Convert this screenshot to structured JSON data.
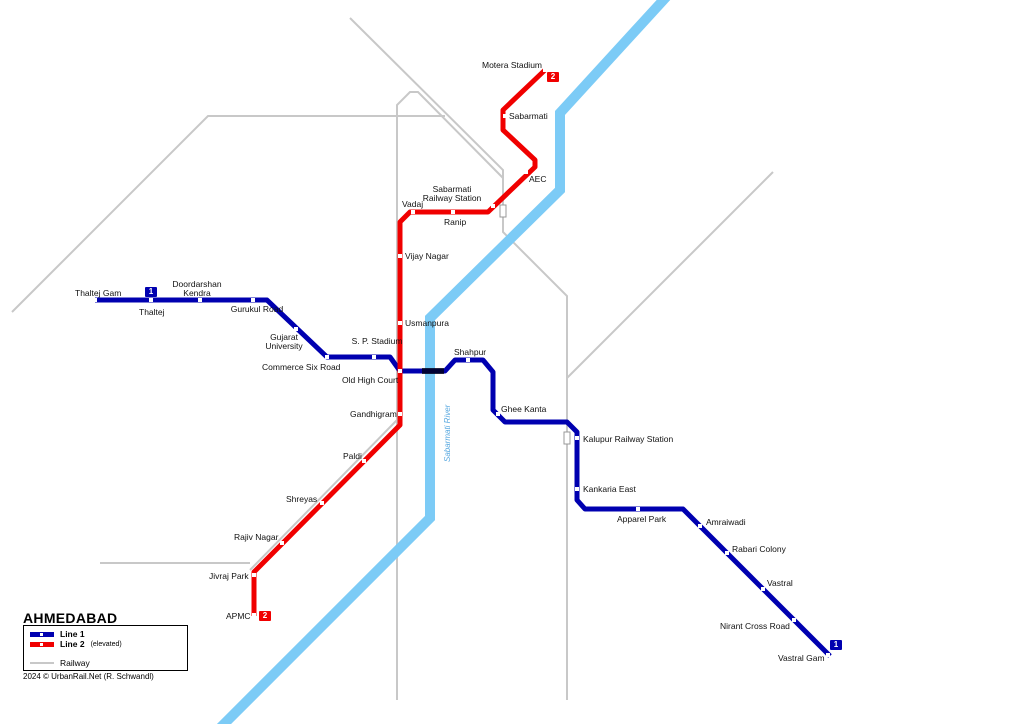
{
  "map": {
    "title": "AHMEDABAD",
    "credit": "2024 © UrbanRail.Net (R. Schwandl)",
    "river": "Sabarmati River"
  },
  "colors": {
    "line1": "#0000b0",
    "line2": "#f00000",
    "river": "#7ccbf6",
    "railway": "#c8c8c8"
  },
  "legend": {
    "line1": "Line 1",
    "line2": "Line 2",
    "line2_note": "(elevated)",
    "railway": "Railway"
  },
  "line1": {
    "badge": "1",
    "stations": [
      "Thaltej Gam",
      "Thaltej",
      "Doordarshan Kendra",
      "Gurukul Road",
      "Gujarat University",
      "Commerce Six Road",
      "S. P. Stadium",
      "Old High Court",
      "Shahpur",
      "Ghee Kanta",
      "Kalupur Railway Station",
      "Kankaria East",
      "Apparel Park",
      "Amraiwadi",
      "Rabari Colony",
      "Vastral",
      "Nirant Cross Road",
      "Vastral Gam"
    ]
  },
  "line2": {
    "badge": "2",
    "stations": [
      "Motera Stadium",
      "Sabarmati",
      "AEC",
      "Sabarmati Railway Station",
      "Ranip",
      "Vadaj",
      "Vijay Nagar",
      "Usmanpura",
      "Gandhigram",
      "Paldi",
      "Shreyas",
      "Rajiv Nagar",
      "Jivraj Park",
      "APMC"
    ]
  }
}
